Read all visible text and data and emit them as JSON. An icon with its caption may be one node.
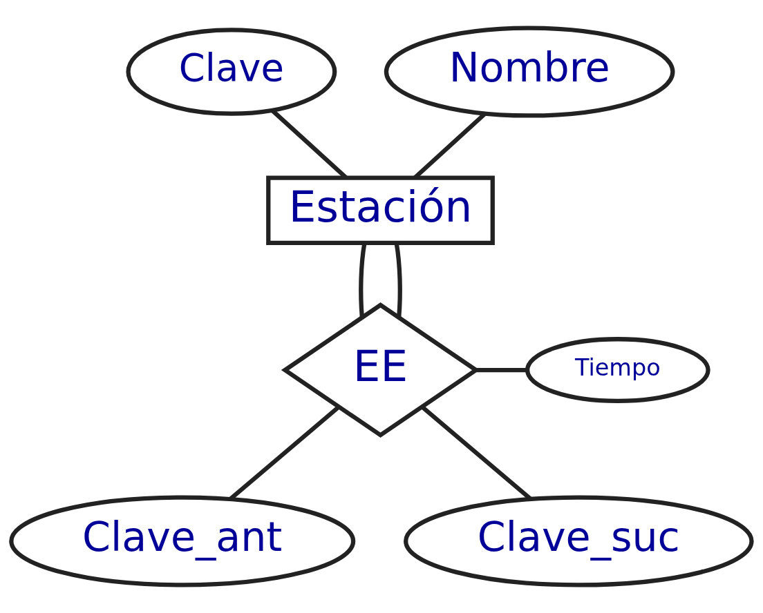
{
  "diagram": {
    "nodes": [
      {
        "text": [
          "Clave"
        ]
      },
      {
        "text": [
          "Nombre"
        ]
      },
      {
        "text": [
          "Estación"
        ]
      },
      {
        "text": [
          "EE"
        ]
      },
      {
        "text": [
          "Tiempo"
        ]
      },
      {
        "text": [
          "Clave_ant"
        ]
      },
      {
        "text": [
          "Clave_suc"
        ]
      }
    ],
    "edges": [
      {
        "from": 0,
        "to": 2,
        "arrow": "none"
      },
      {
        "from": 1,
        "to": 2,
        "arrow": "none"
      },
      {
        "from": 2,
        "to": 3,
        "arrow": "none"
      },
      {
        "from": 2,
        "to": 3,
        "arrow": "none"
      },
      {
        "from": 3,
        "to": 4,
        "arrow": "none"
      },
      {
        "from": 3,
        "to": 5,
        "arrow": "none"
      },
      {
        "from": 3,
        "to": 6,
        "arrow": "none"
      }
    ]
  }
}
